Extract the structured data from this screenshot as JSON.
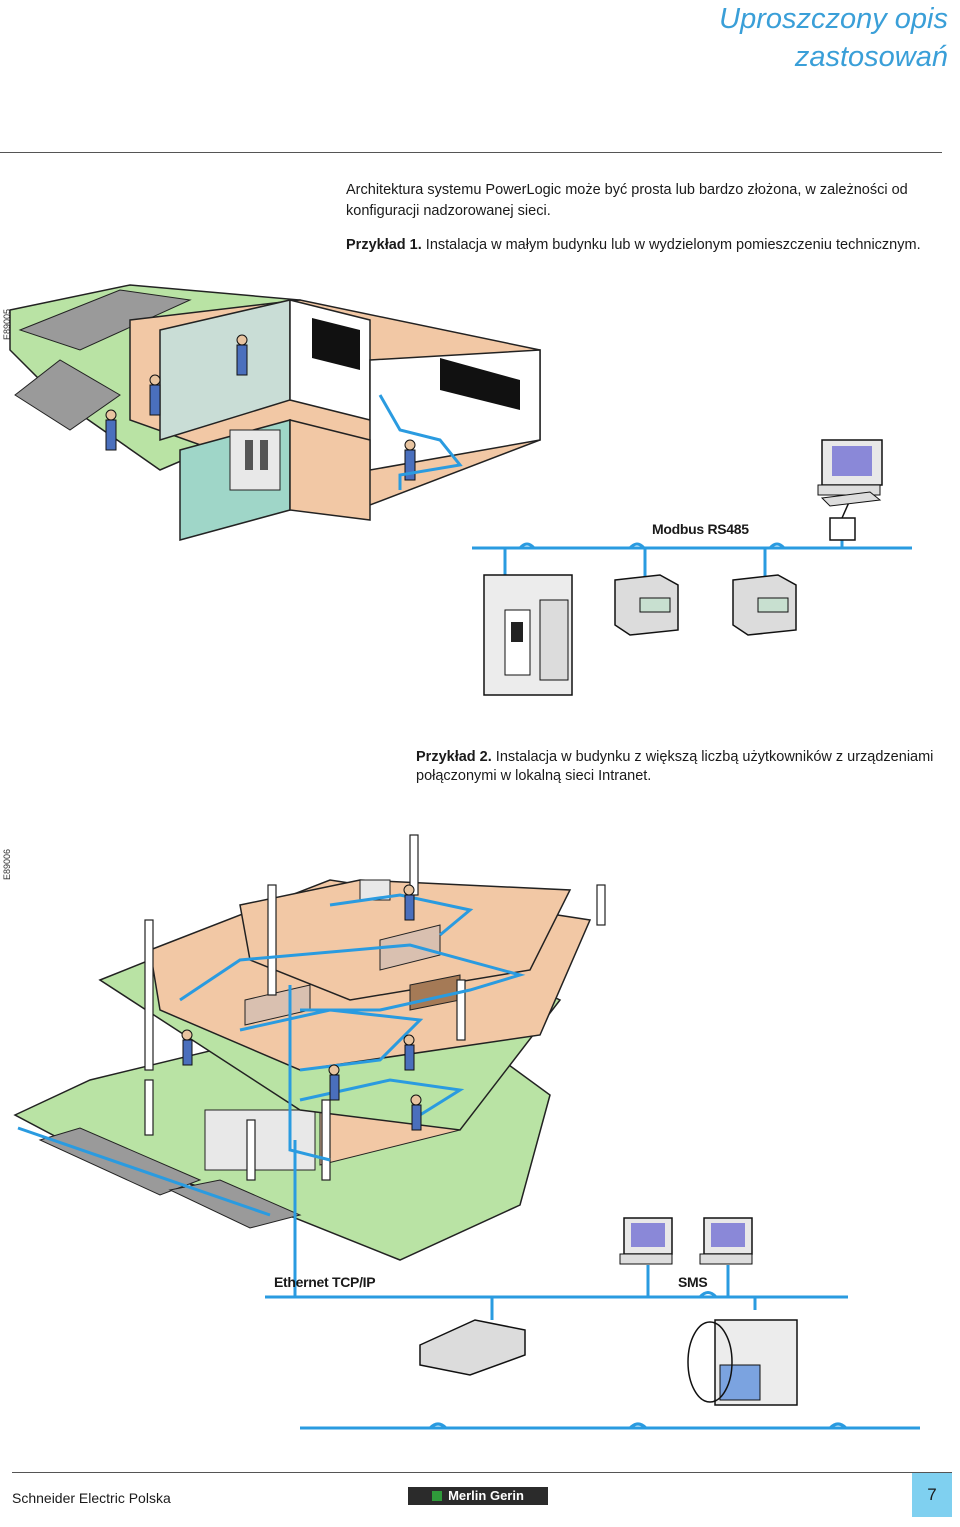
{
  "header": {
    "title_line1": "Uproszczony opis",
    "title_line2": "zastosowań"
  },
  "intro": {
    "text": "Architektura systemu PowerLogic może być prosta lub bardzo złożona, w zależności od konfiguracji nadzorowanej sieci."
  },
  "example1": {
    "label": "Przykład 1.",
    "text": " Instalacja w małym budynku lub w wydzielonym pomieszczeniu technicznym.",
    "code": "E89005",
    "network_label": "Modbus RS485"
  },
  "example2": {
    "label": "Przykład 2.",
    "text": " Instalacja w budynku z większą liczbą użytkowników z urządzeniami połączonymi w lokalną sieci Intranet.",
    "code": "E89006",
    "network_label": "Ethernet TCP/IP",
    "sms_label": "SMS"
  },
  "footer": {
    "company": "Schneider Electric Polska",
    "brand": "Merlin Gerin",
    "page_number": "7"
  },
  "colors": {
    "title": "#3a9fd8",
    "network": "#2a9be0",
    "floor_green": "#b9e3a4",
    "floor_tan": "#f2c8a5",
    "wall_teal": "#9fd6c8",
    "page_box": "#7fd0f0"
  }
}
